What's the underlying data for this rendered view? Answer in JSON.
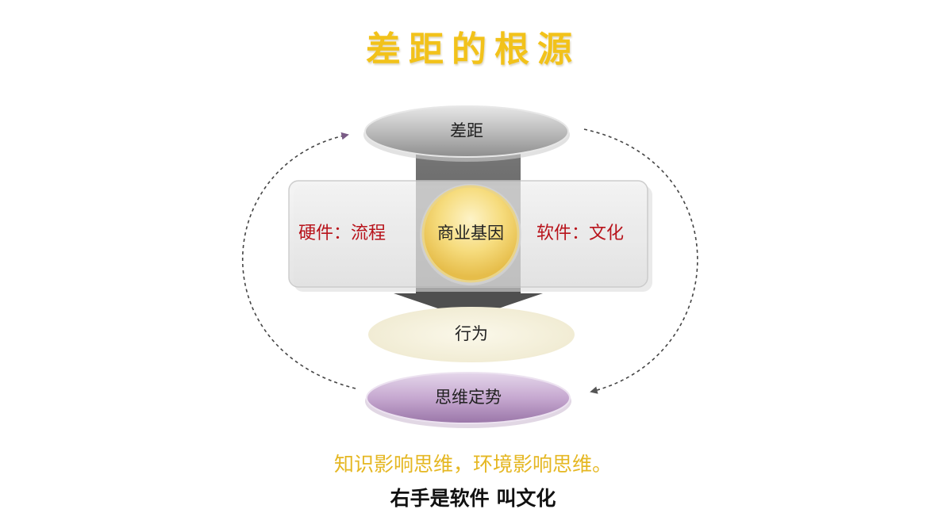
{
  "title": "差距的根源",
  "nodes": {
    "top": "差距",
    "center": "商业基因",
    "left": "硬件：流程",
    "right": "软件：文化",
    "behavior": "行为",
    "bottom": "思维定势"
  },
  "captions": {
    "line1": "知识影响思维，环境影响思维。",
    "line2": "右手是软件 叫文化"
  },
  "colors": {
    "title": "#f2c21a",
    "side_label": "#b8131b",
    "caption1": "#e5b722",
    "caption2": "#111111",
    "node_text": "#222222"
  }
}
